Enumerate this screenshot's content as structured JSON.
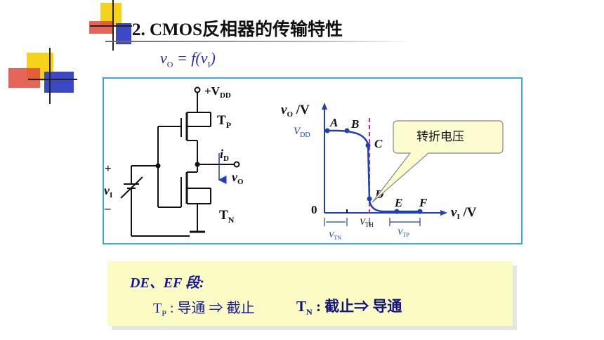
{
  "title": "2.  CMOS反相器的传输特性",
  "formula": {
    "lhs_var": "v",
    "lhs_sub": "O",
    "rhs_func": " = f(v",
    "rhs_sub": "I",
    "rhs_close": ")"
  },
  "circuit": {
    "supply_plus": "+V",
    "supply_sub": "DD",
    "tp_main": "T",
    "tp_sub": "P",
    "tn_main": "T",
    "tn_sub": "N",
    "id_main": "i",
    "id_sub": "D",
    "vo_main": "v",
    "vo_sub": "O",
    "vi_main": "v",
    "vi_sub": "I",
    "plus": "+",
    "minus": "–"
  },
  "chart": {
    "y_axis_main": "v",
    "y_axis_sub": "O",
    "y_axis_unit": " /V",
    "x_axis_main": "v",
    "x_axis_sub": "I",
    "x_axis_unit": " /V",
    "vdd_main": "V",
    "vdd_sub": "DD",
    "origin": "0",
    "points": [
      "A",
      "B",
      "C",
      "D",
      "E",
      "F"
    ],
    "vth_main": "V",
    "vth_sub": "TH",
    "vtn_main": "V",
    "vtn_sub": "TN",
    "vtp_main": "V",
    "vtp_sub": "TP",
    "callout": "转折电压"
  },
  "chart_data": {
    "type": "line",
    "xlabel": "vI /V",
    "ylabel": "vO /V",
    "series": [
      {
        "values": [
          {
            "label": "A",
            "y": "VDD"
          },
          {
            "label": "B",
            "y": "VDD"
          },
          {
            "label": "C",
            "x": "VTH"
          },
          {
            "label": "D",
            "x": "VTH"
          },
          {
            "label": "E",
            "y": 0
          },
          {
            "label": "F",
            "y": 0
          }
        ]
      }
    ]
  },
  "note": {
    "heading": "DE、EF 段:",
    "line1_main": "T",
    "line1_sub": "P",
    "line1_text": " : 导通 ⇒ 截止",
    "line2_main": "T",
    "line2_sub": "N",
    "line2_text": " : 截止⇒ 导通"
  },
  "colors": {
    "accent_blue": "#1f3fb3",
    "panel_border": "#39a7e0",
    "threshold_dash": "#d0259a",
    "note_bg": "#fbfbc4",
    "callout_bg": "#fdfbd0"
  }
}
